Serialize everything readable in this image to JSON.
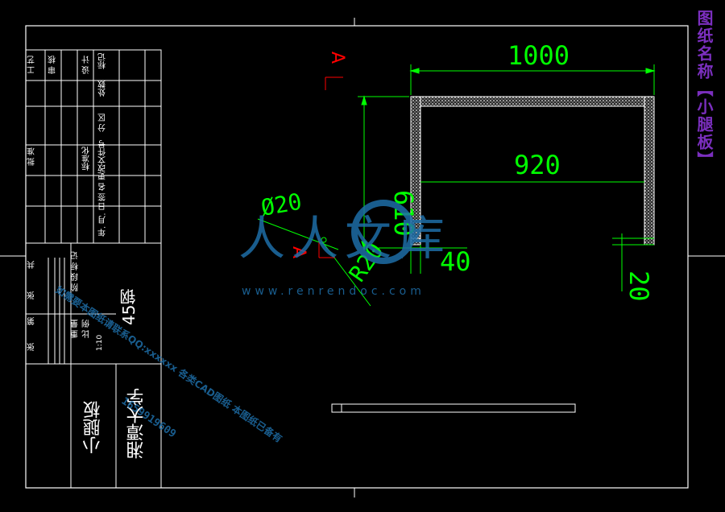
{
  "drawing": {
    "side_title": "图纸名称【小腿板】",
    "dims": {
      "width_top": "1000",
      "inner_width": "920",
      "height_left": "610",
      "bottom_left": "40",
      "bottom_right": "20",
      "diameter": "Ø20",
      "radius": "R20"
    },
    "section_marks": {
      "top": "A",
      "left": "A"
    }
  },
  "title_block": {
    "material": "45钢",
    "university": "湘潭大学",
    "part_name": "小腿板",
    "rev_headers": [
      "标记",
      "处数",
      "分 区",
      "更改文件号",
      "签 名",
      "年. 月. 日"
    ],
    "roles": [
      "设 计",
      "审 核",
      "工 艺"
    ],
    "std_labels": [
      "标准化",
      "批 准"
    ],
    "stage_labels": [
      "阶 段 标 记",
      "重 量",
      "比 例"
    ],
    "scale": "1:10",
    "sheet": [
      "共",
      "张",
      "第",
      "张"
    ]
  },
  "watermark": {
    "brand": "人人文库",
    "url": "www.renrendoc.com",
    "notice": "如需要本图纸请联系QQ:xxxxxx  各类CAD图纸 本图纸已备有",
    "qq": "1659919609"
  },
  "colors": {
    "background": "#000000",
    "frame": "#ffffff",
    "dimension": "#00ff00",
    "section": "#ff0000",
    "title": "#7b2fbf",
    "watermark": "#1e6ea8"
  }
}
